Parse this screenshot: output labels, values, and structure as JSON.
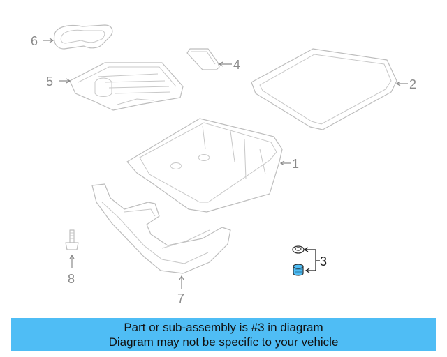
{
  "diagram": {
    "callouts": [
      {
        "id": "1",
        "label": "1"
      },
      {
        "id": "2",
        "label": "2"
      },
      {
        "id": "3",
        "label": "3"
      },
      {
        "id": "4",
        "label": "4"
      },
      {
        "id": "5",
        "label": "5"
      },
      {
        "id": "6",
        "label": "6"
      },
      {
        "id": "7",
        "label": "7"
      },
      {
        "id": "8",
        "label": "8"
      }
    ],
    "highlighted_part": "3"
  },
  "banner": {
    "line1": "Part or sub-assembly is #3 in diagram",
    "line2": "Diagram may not be specific to your vehicle",
    "background_color": "#4fbdf5"
  },
  "colors": {
    "part_outline": "#bdbdbd",
    "highlight_part": "#4fbdf5",
    "callout_text": "#8a8a8a",
    "active_callout": "#1a1a1a"
  }
}
